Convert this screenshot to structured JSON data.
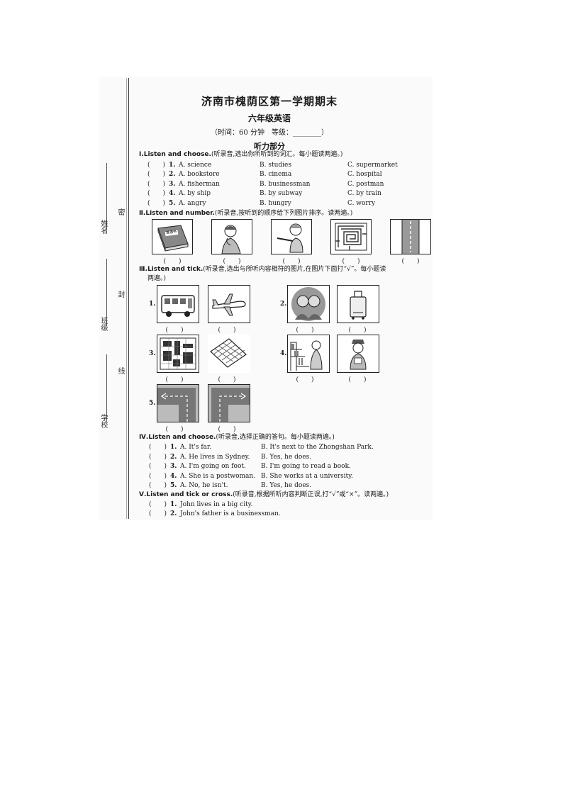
{
  "header": {
    "title": "济南市槐荫区第一学期期末",
    "subtitle": "六年级英语",
    "time_line": "（时间：60 分钟　等级：________）",
    "section": "听力部分"
  },
  "binding_margin": {
    "labels": [
      "姓名",
      "班级",
      "学校"
    ],
    "seal_chars": [
      "密",
      "封",
      "线"
    ]
  },
  "part1": {
    "instruction_num": "Ⅰ.",
    "instruction_en": "Listen and choose.",
    "instruction_cn": "(听录音,选出你所听到的词汇。每小题读两遍。)",
    "items": [
      {
        "paren": "(　　)",
        "num": "1.",
        "a": "A. science",
        "b": "B. studies",
        "c": "C. supermarket"
      },
      {
        "paren": "(　　)",
        "num": "2.",
        "a": "A. bookstore",
        "b": "B. cinema",
        "c": "C. hospital"
      },
      {
        "paren": "(　　)",
        "num": "3.",
        "a": "A. fisherman",
        "b": "B. businessman",
        "c": "C. postman"
      },
      {
        "paren": "(　　)",
        "num": "4.",
        "a": "A. by ship",
        "b": "B. by subway",
        "c": "C. by train"
      },
      {
        "paren": "(　　)",
        "num": "5.",
        "a": "A. angry",
        "b": "B. hungry",
        "c": "C. worry"
      }
    ]
  },
  "part2": {
    "instruction_num": "Ⅱ.",
    "instruction_en": "Listen and number.",
    "instruction_cn": "(听录音,按听到的顺序给下列图片排序。读两遍。)",
    "book_label": "普通书",
    "blanks": [
      "(　　)",
      "(　　)",
      "(　　)",
      "(　　)",
      "(　　)"
    ]
  },
  "part3": {
    "instruction_num": "Ⅲ.",
    "instruction_en": "Listen and tick.",
    "instruction_cn": "(听录音,选出与所听内容相符的图片,在图片下面打“√”。每小题读",
    "instruction_cn2": "两遍。)",
    "nums": [
      "1.",
      "2.",
      "3.",
      "4.",
      "5."
    ],
    "blank": "(　　)"
  },
  "part4": {
    "instruction_num": "Ⅳ.",
    "instruction_en": "Listen and choose.",
    "instruction_cn": "(听录音,选择正确的答句。每小题读两遍。)",
    "items": [
      {
        "paren": "(　　)",
        "num": "1.",
        "a": "A. It's far.",
        "b": "B. It's next to the Zhongshan Park."
      },
      {
        "paren": "(　　)",
        "num": "2.",
        "a": "A. He lives in Sydney.",
        "b": "B. Yes, he does."
      },
      {
        "paren": "(　　)",
        "num": "3.",
        "a": "A. I'm going on foot.",
        "b": "B. I'm going to read a book."
      },
      {
        "paren": "(　　)",
        "num": "4.",
        "a": "A. She is a postwoman.",
        "b": "B. She works at a university."
      },
      {
        "paren": "(　　)",
        "num": "5.",
        "a": "A. No, he isn't.",
        "b": "B. Yes, he does."
      }
    ]
  },
  "part5": {
    "instruction_num": "Ⅴ.",
    "instruction_en": "Listen and tick or cross.",
    "instruction_cn": "(听录音,根据所听内容判断正误,打“√”或“×”。读两遍。)",
    "items": [
      {
        "paren": "(　　)",
        "num": "1.",
        "text": "John lives in a big city."
      },
      {
        "paren": "(　　)",
        "num": "2.",
        "text": "John's father is a businessman."
      }
    ]
  }
}
